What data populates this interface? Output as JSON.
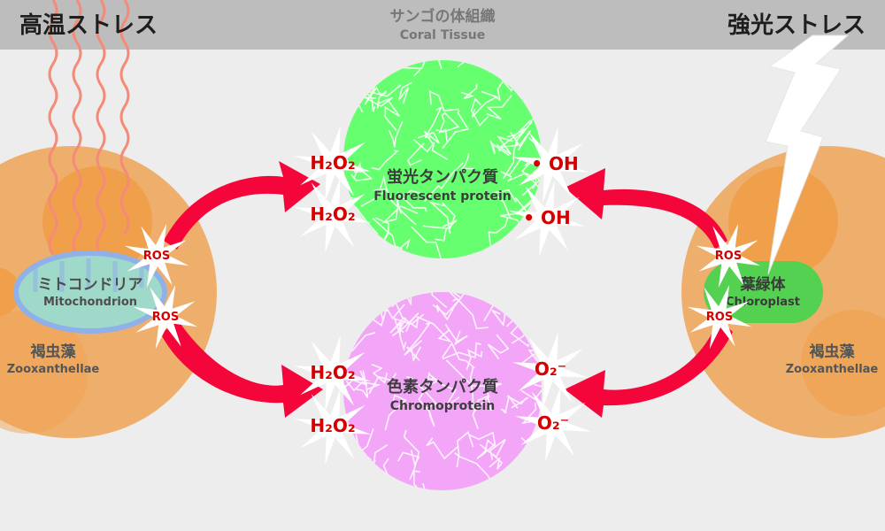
{
  "header": {
    "left_title": "高温ストレス",
    "right_title": "強光ストレス",
    "center_jp": "サンゴの体組織",
    "center_en": "Coral Tissue"
  },
  "left_cell": {
    "organelle_jp": "ミトコンドリア",
    "organelle_en": "Mitochondrion",
    "cell_jp": "褐虫藻",
    "cell_en": "Zooxanthellae"
  },
  "right_cell": {
    "organelle_jp": "葉緑体",
    "organelle_en": "Chloroplast",
    "cell_jp": "褐虫藻",
    "cell_en": "Zooxanthellae"
  },
  "ros_label": "ROS",
  "fluorescent": {
    "jp": "蛍光タンパク質",
    "en": "Fluorescent protein",
    "left_species": [
      "H₂O₂",
      "H₂O₂"
    ],
    "right_species": [
      "• OH",
      "• OH"
    ]
  },
  "chromo": {
    "jp": "色素タンパク質",
    "en": "Chromoprotein",
    "left_species": [
      "H₂O₂",
      "H₂O₂"
    ],
    "right_species": [
      "O₂⁻",
      "O₂⁻"
    ]
  },
  "colors": {
    "background": "#ededed",
    "header": "#bdbdbd",
    "cell_outer": "#eeaf6c",
    "cell_inner": "#f0a04b",
    "mitochondrion": "#9fd9c9",
    "chloroplast": "#55d151",
    "fluorescent": "#66ff6f",
    "chromoprotein": "#f3a6f7",
    "arrow": "#f5063a",
    "ros_text": "#d40000",
    "heat_wave": "#f58a78"
  },
  "icons": {
    "heat": "heat-wave-icon",
    "light": "lightning-bolt-icon",
    "ros": "starburst-icon"
  }
}
